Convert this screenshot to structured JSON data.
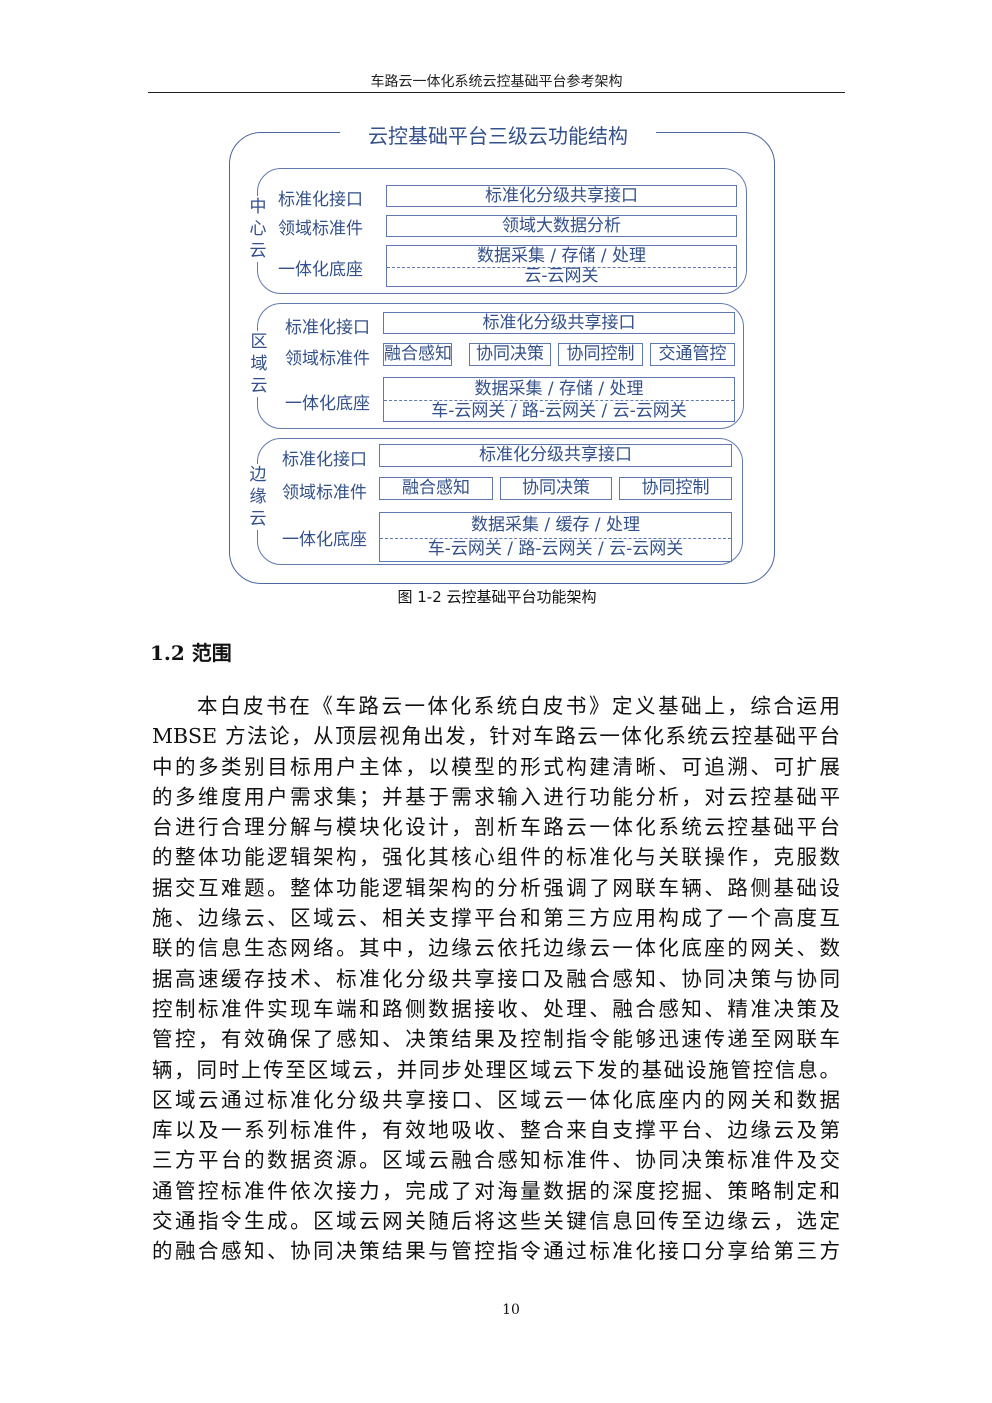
{
  "header": {
    "title": "车路云一体化系统云控基础平台参考架构"
  },
  "figure": {
    "title": "云控基础平台三级云功能结构",
    "caption": "图  1-2 云控基础平台功能架构",
    "center": {
      "label": "中心云",
      "row_labels": [
        "标准化接口",
        "领域标准件",
        "一体化底座"
      ],
      "interface": "标准化分级共享接口",
      "components": [
        "领域大数据分析"
      ],
      "base_top": "数据采集 / 存储 / 处理",
      "base_bottom": "云-云网关"
    },
    "region": {
      "label": "区域云",
      "row_labels": [
        "标准化接口",
        "领域标准件",
        "一体化底座"
      ],
      "interface": "标准化分级共享接口",
      "components": [
        "融合感知",
        "协同决策",
        "协同控制",
        "交通管控"
      ],
      "base_top": "数据采集 / 存储 / 处理",
      "base_bottom": "车-云网关 / 路-云网关 / 云-云网关"
    },
    "edge": {
      "label": "边缘云",
      "row_labels": [
        "标准化接口",
        "领域标准件",
        "一体化底座"
      ],
      "interface": "标准化分级共享接口",
      "components": [
        "融合感知",
        "协同决策",
        "协同控制"
      ],
      "base_top": "数据采集 / 缓存 / 处理",
      "base_bottom": "车-云网关 / 路-云网关 / 云-云网关"
    }
  },
  "section": {
    "title": "1.2  范围"
  },
  "body_lines": [
    "本白皮书在《车路云一体化系统白皮书》定义基础上，综合运用",
    "MBSE 方法论，从顶层视角出发，针对车路云一体化系统云控基础平台",
    "中的多类别目标用户主体，以模型的形式构建清晰、可追溯、可扩展",
    "的多维度用户需求集；并基于需求输入进行功能分析，对云控基础平",
    "台进行合理分解与模块化设计，剖析车路云一体化系统云控基础平台",
    "的整体功能逻辑架构，强化其核心组件的标准化与关联操作，克服数",
    "据交互难题。整体功能逻辑架构的分析强调了网联车辆、路侧基础设",
    "施、边缘云、区域云、相关支撑平台和第三方应用构成了一个高度互",
    "联的信息生态网络。其中，边缘云依托边缘云一体化底座的网关、数",
    "据高速缓存技术、标准化分级共享接口及融合感知、协同决策与协同",
    "控制标准件实现车端和路侧数据接收、处理、融合感知、精准决策及",
    "管控，有效确保了感知、决策结果及控制指令能够迅速传递至网联车",
    "辆，同时上传至区域云，并同步处理区域云下发的基础设施管控信息。",
    "区域云通过标准化分级共享接口、区域云一体化底座内的网关和数据",
    "库以及一系列标准件，有效地吸收、整合来自支撑平台、边缘云及第",
    "三方平台的数据资源。区域云融合感知标准件、协同决策标准件及交",
    "通管控标准件依次接力，完成了对海量数据的深度挖掘、策略制定和",
    "交通指令生成。区域云网关随后将这些关键信息回传至边缘云，选定",
    "的融合感知、协同决策结果与管控指令通过标准化接口分享给第三方"
  ],
  "page_number": "10"
}
